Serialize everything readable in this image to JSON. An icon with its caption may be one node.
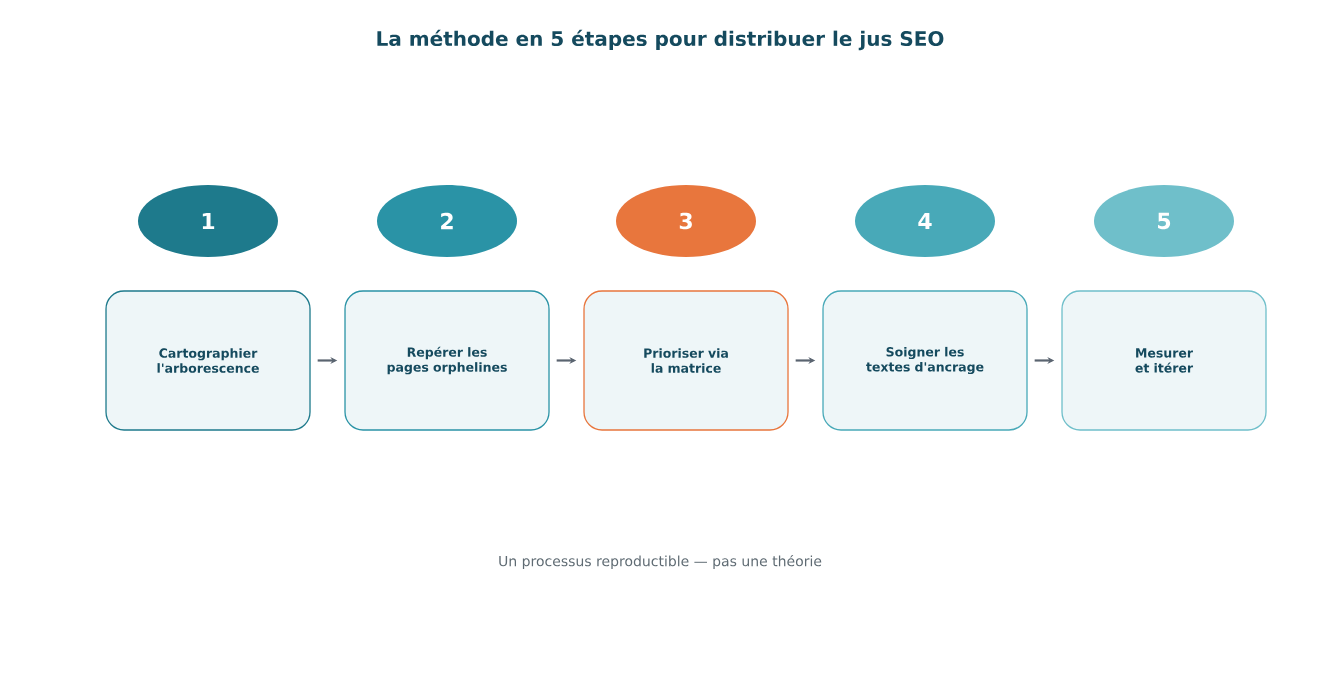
{
  "diagram": {
    "title": "La méthode en 5 étapes pour distribuer le jus SEO",
    "nodes": [
      {
        "text": [
          "1"
        ]
      },
      {
        "text": [
          "2"
        ]
      },
      {
        "text": [
          "3"
        ]
      },
      {
        "text": [
          "4"
        ]
      },
      {
        "text": [
          "5"
        ]
      },
      {
        "text": [
          "Cartographier l'arborescence"
        ]
      },
      {
        "text": [
          "Repérer les pages orphelines"
        ]
      },
      {
        "text": [
          "Prioriser via la matrice"
        ]
      },
      {
        "text": [
          "Soigner les textes d'ancrage"
        ]
      },
      {
        "text": [
          "Mesurer et itérer"
        ]
      }
    ],
    "edges": [
      {
        "from": 5,
        "to": 6,
        "arrow": "to"
      },
      {
        "from": 6,
        "to": 7,
        "arrow": "to"
      },
      {
        "from": 7,
        "to": 8,
        "arrow": "to"
      },
      {
        "from": 8,
        "to": 9,
        "arrow": "to"
      }
    ],
    "caption": "Un processus reproductible — pas une théorie"
  }
}
